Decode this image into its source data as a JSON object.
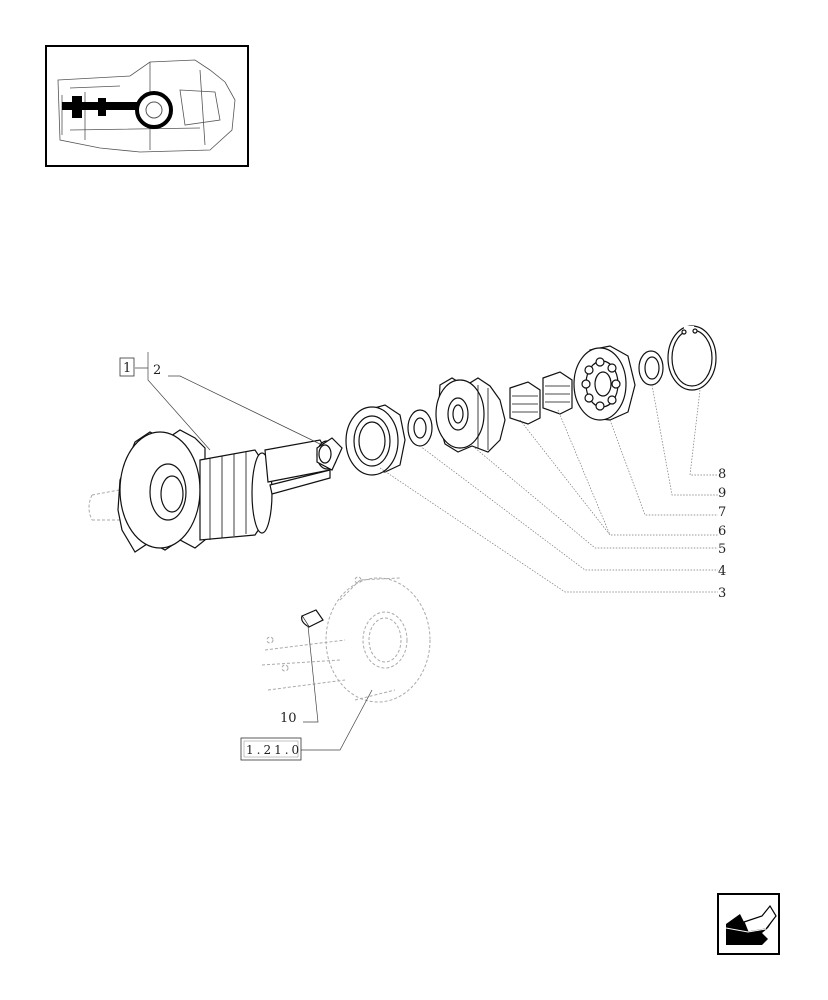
{
  "diagram": {
    "callouts": [
      {
        "id": "1",
        "label": "1"
      },
      {
        "id": "2",
        "label": "2"
      },
      {
        "id": "3",
        "label": "3"
      },
      {
        "id": "4",
        "label": "4"
      },
      {
        "id": "5",
        "label": "5"
      },
      {
        "id": "6",
        "label": "6"
      },
      {
        "id": "7",
        "label": "7"
      },
      {
        "id": "8",
        "label": "8"
      },
      {
        "id": "9",
        "label": "9"
      },
      {
        "id": "10",
        "label": "10"
      }
    ],
    "reference_box": "1.21.0"
  },
  "icons": {
    "thumbnail": "transmission-locator-thumbnail",
    "nav": "back-arrow-icon"
  }
}
